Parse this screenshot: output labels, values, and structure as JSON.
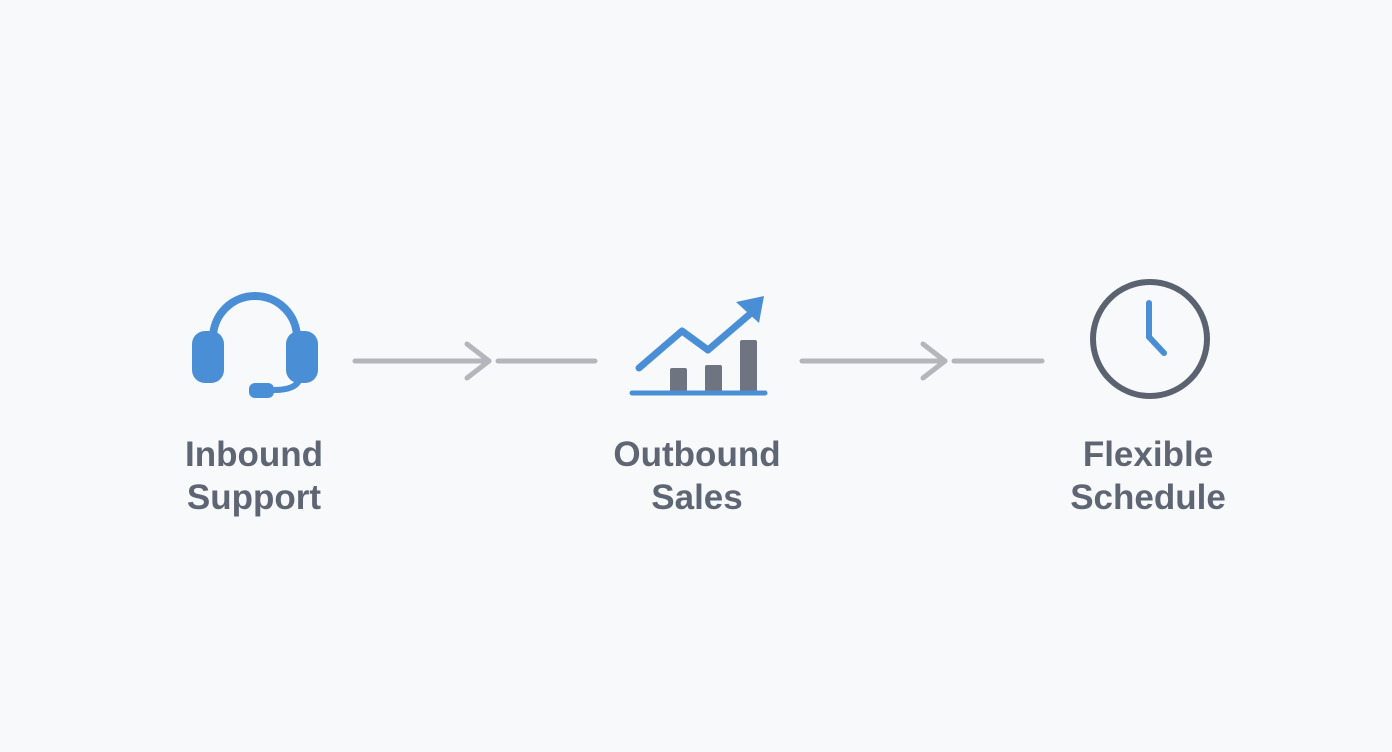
{
  "colors": {
    "background": "#f8f9fa",
    "accent_blue": "#4a8fd6",
    "icon_gray": "#5c6370",
    "bar_gray": "#6f7580",
    "arrow_gray": "#b3b6bb",
    "label_text": "#5f6673"
  },
  "steps": [
    {
      "icon": "headset-icon",
      "label_line1": "Inbound",
      "label_line2": "Support"
    },
    {
      "icon": "growth-chart-icon",
      "label_line1": "Outbound",
      "label_line2": "Sales"
    },
    {
      "icon": "clock-icon",
      "label_line1": "Flexible",
      "label_line2": "Schedule"
    }
  ],
  "connectors": [
    {
      "icon": "arrow-right-icon"
    },
    {
      "icon": "arrow-right-icon"
    }
  ]
}
